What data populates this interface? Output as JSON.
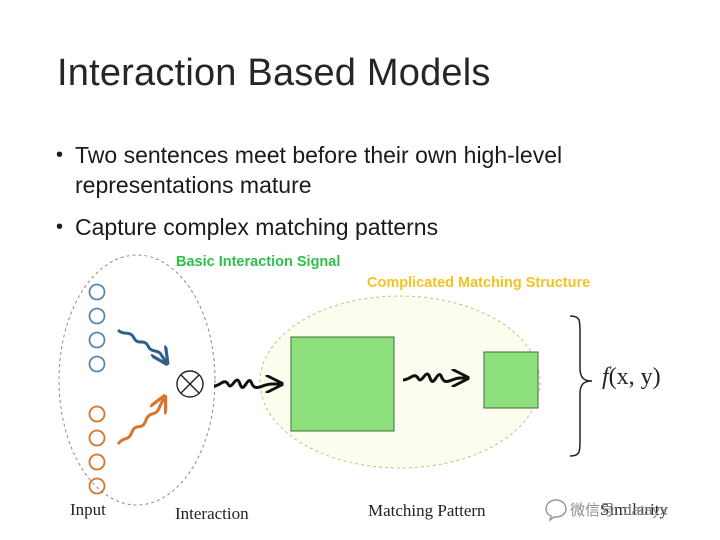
{
  "slide": {
    "title": "Interaction Based Models",
    "bullets": [
      "Two sentences meet before their own high-level representations mature",
      "Capture complex matching patterns"
    ]
  },
  "diagram": {
    "labels": {
      "basic_interaction_signal": "Basic Interaction Signal",
      "complicated_matching_structure": "Complicated Matching Structure",
      "input": "Input",
      "interaction": "Interaction",
      "matching_pattern": "Matching Pattern",
      "similarity": "Similarity",
      "function_name": "f",
      "function_args": "(x, y)"
    },
    "watermark": "微信号: datayx",
    "colors": {
      "green_label": "#2ec04a",
      "yellow_label": "#f4c223",
      "blue_nodes": "#5b88b2",
      "orange_nodes": "#d8742c",
      "pattern_fill": "#8ee07c"
    }
  }
}
